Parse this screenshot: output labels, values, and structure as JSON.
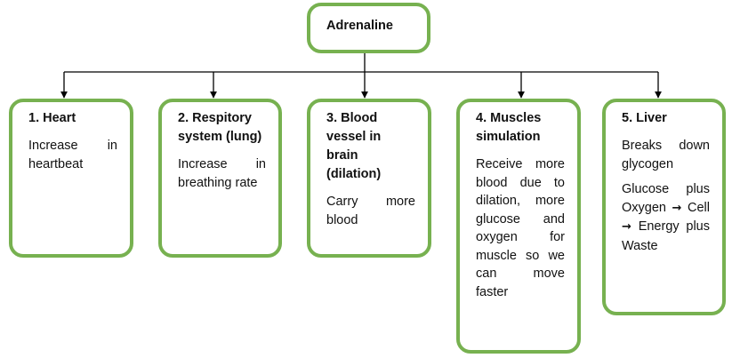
{
  "root": {
    "label": "Adrenaline"
  },
  "boxes": [
    {
      "title": "1. Heart",
      "texts": [
        "Increase in heartbeat"
      ]
    },
    {
      "title": "2. Respitory system (lung)",
      "texts": [
        "Increase in breathing rate"
      ]
    },
    {
      "title": "3. Blood vessel in brain (dilation)",
      "texts": [
        "Carry more blood"
      ]
    },
    {
      "title": "4. Muscles simulation",
      "texts": [
        "Receive more blood due to dilation, more glucose and oxygen for muscle so we can move faster"
      ]
    },
    {
      "title": "5. Liver",
      "texts": [
        "Breaks down glycogen"
      ],
      "equation": {
        "part1": "Glucose plus Oxygen",
        "arrow1": "→",
        "part2": "Cell",
        "arrow2": "→",
        "part3": "Energy plus Waste"
      }
    }
  ],
  "colors": {
    "box_border": "#77b150",
    "connector": "#000000"
  }
}
